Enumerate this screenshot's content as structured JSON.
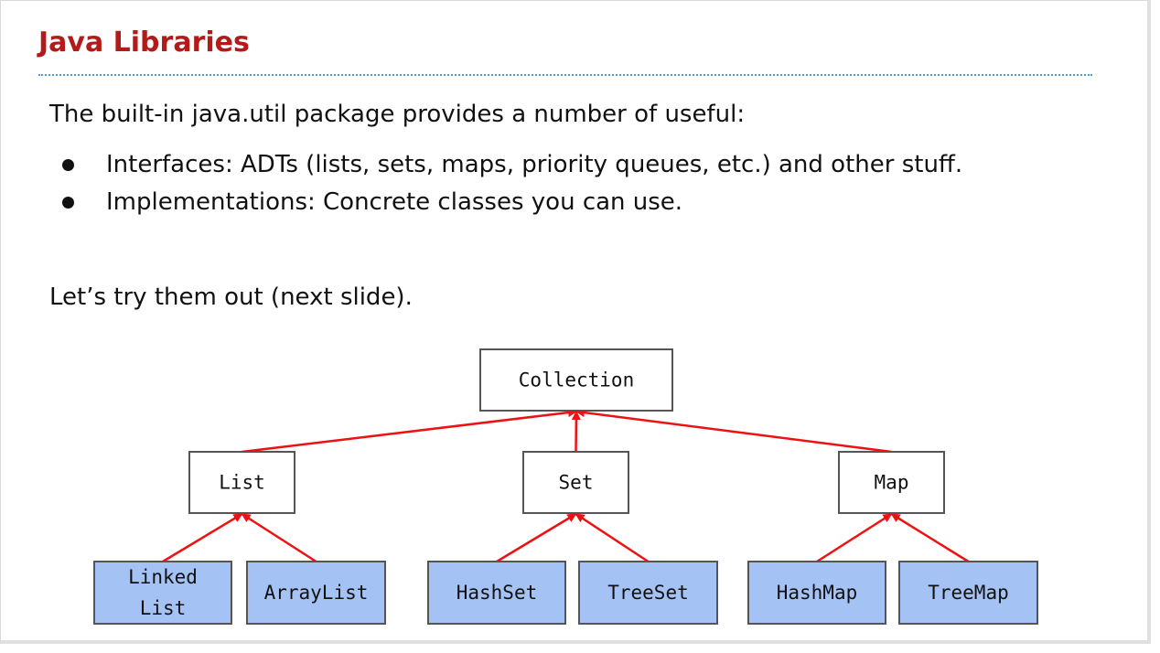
{
  "slide": {
    "title": "Java Libraries",
    "intro": "The built-in java.util package provides a number of useful:",
    "bullets": [
      "Interfaces: ADTs (lists, sets, maps, priority queues, etc.) and other stuff.",
      "Implementations: Concrete classes you can use."
    ],
    "outro": "Let’s try them out (next slide)."
  },
  "diagram": {
    "colors": {
      "interface_fill": "#ffffff",
      "implementation_fill": "#a4c2f4",
      "box_stroke": "#555555",
      "arrow": "#ee1111"
    },
    "nodes": {
      "collection": {
        "lines": [
          "Collection"
        ]
      },
      "list": {
        "lines": [
          "List"
        ]
      },
      "set": {
        "lines": [
          "Set"
        ]
      },
      "map": {
        "lines": [
          "Map"
        ]
      },
      "linkedlist": {
        "lines": [
          "Linked",
          "List"
        ]
      },
      "arraylist": {
        "lines": [
          "ArrayList"
        ]
      },
      "hashset": {
        "lines": [
          "HashSet"
        ]
      },
      "treeset": {
        "lines": [
          "TreeSet"
        ]
      },
      "hashmap": {
        "lines": [
          "HashMap"
        ]
      },
      "treemap": {
        "lines": [
          "TreeMap"
        ]
      }
    },
    "edges": [
      {
        "from": "list",
        "to": "collection"
      },
      {
        "from": "set",
        "to": "collection"
      },
      {
        "from": "map",
        "to": "collection"
      },
      {
        "from": "linkedlist",
        "to": "list"
      },
      {
        "from": "arraylist",
        "to": "list"
      },
      {
        "from": "hashset",
        "to": "set"
      },
      {
        "from": "treeset",
        "to": "set"
      },
      {
        "from": "hashmap",
        "to": "map"
      },
      {
        "from": "treemap",
        "to": "map"
      }
    ]
  }
}
